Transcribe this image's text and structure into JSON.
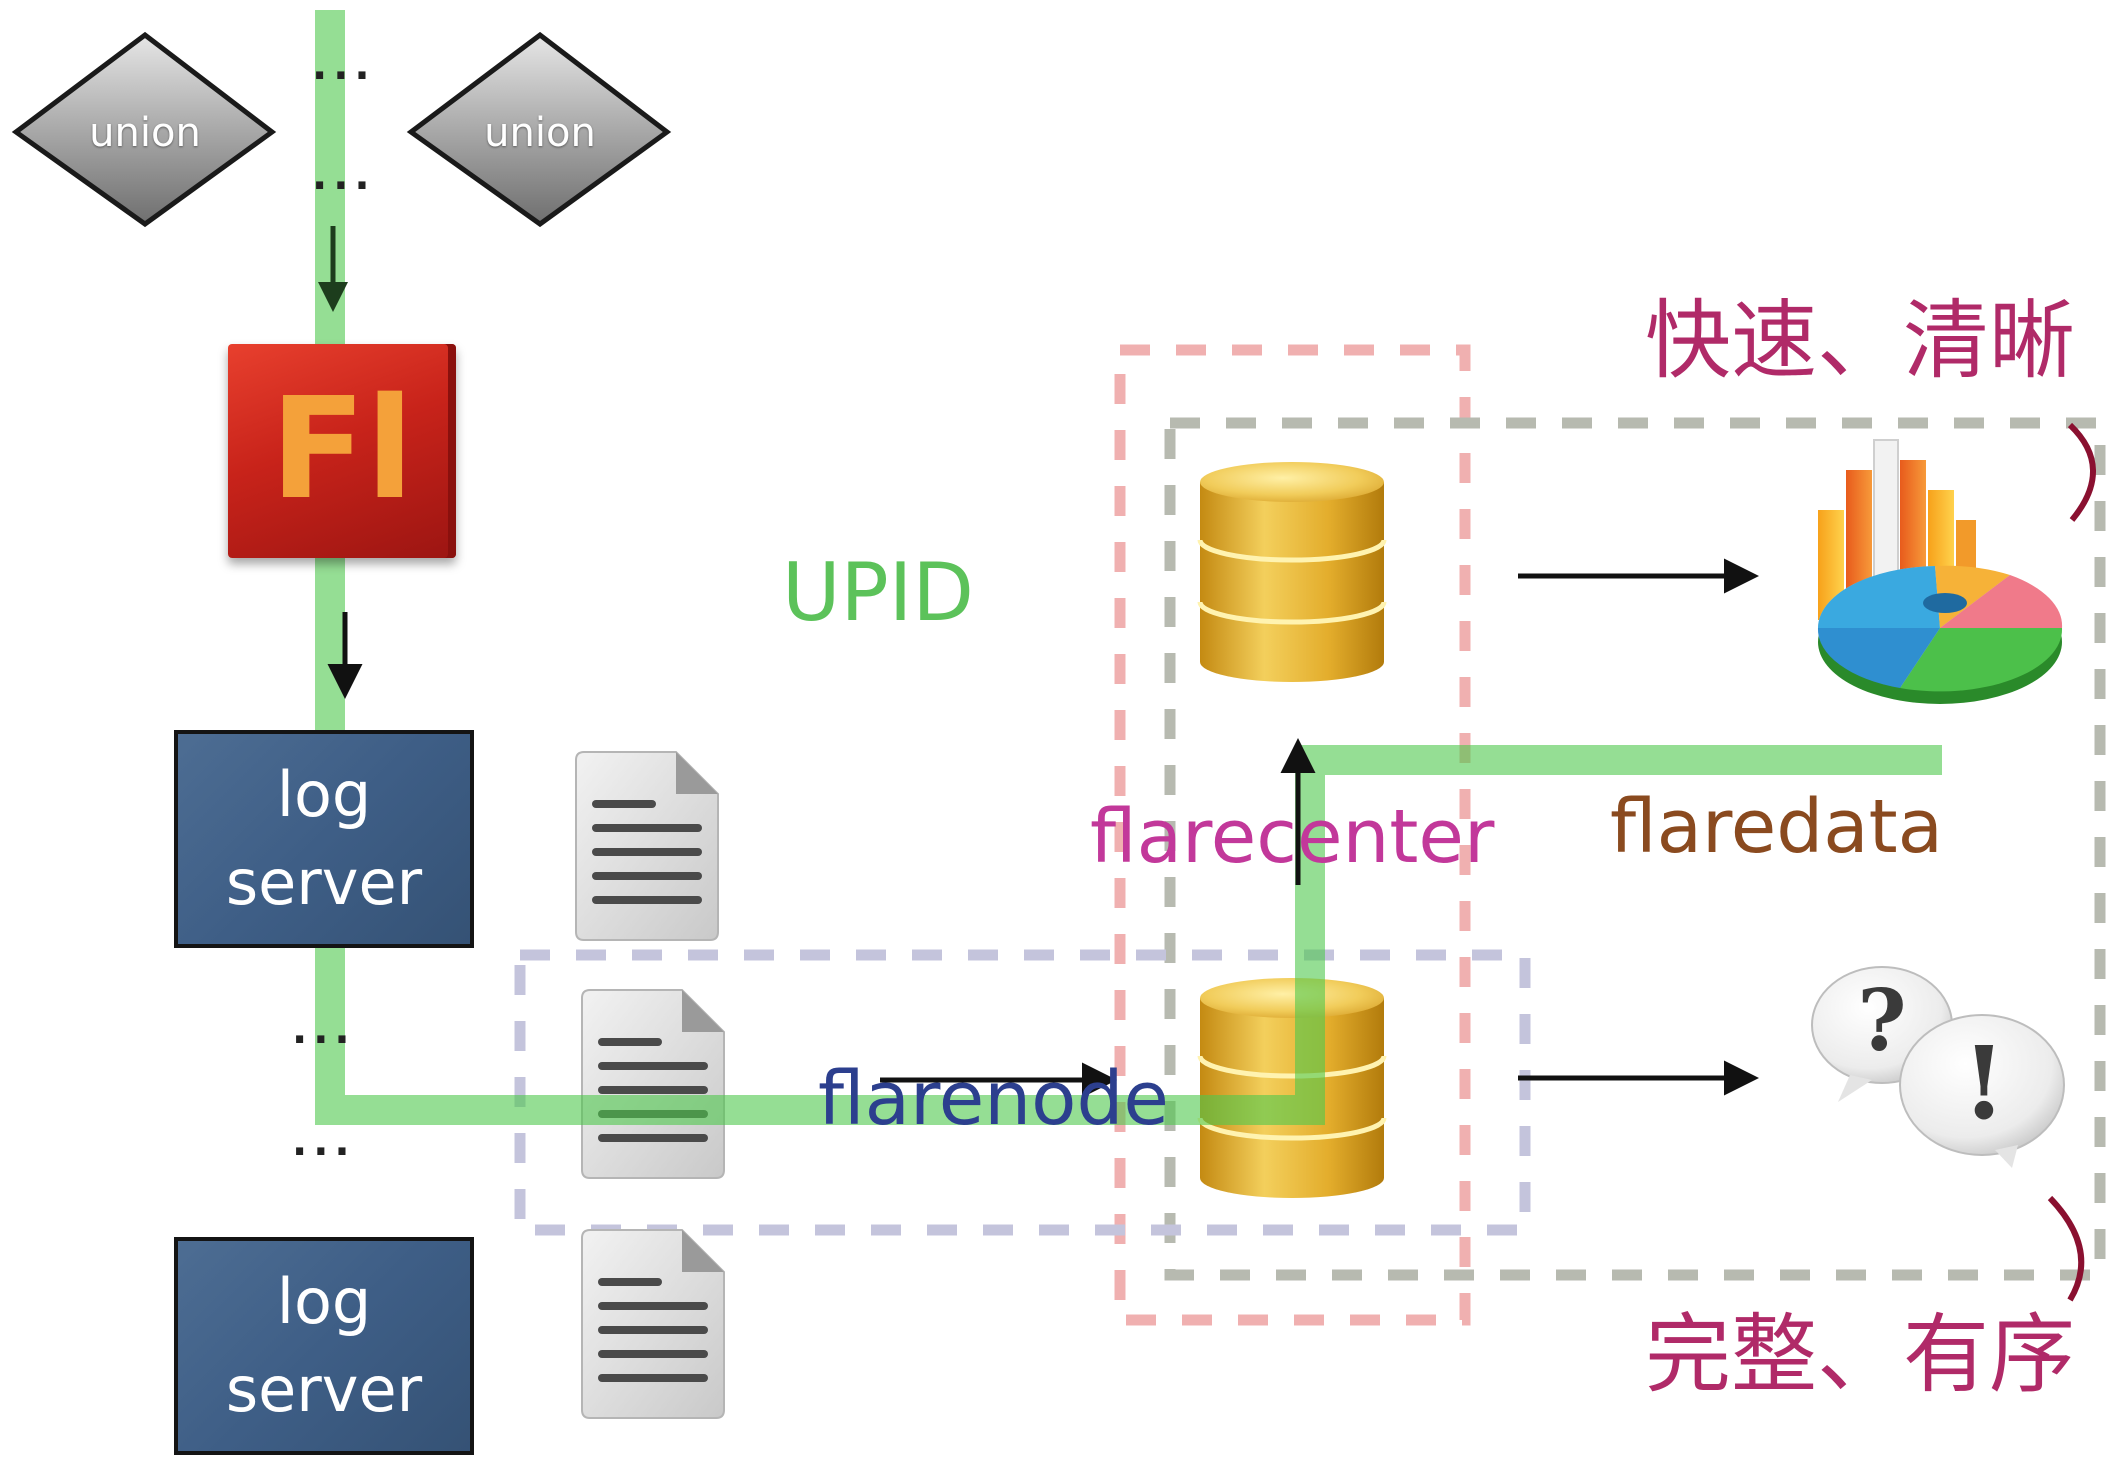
{
  "union_nodes": [
    {
      "label": "union"
    },
    {
      "label": "union"
    }
  ],
  "flash_icon": {
    "label": "Fl"
  },
  "log_servers": [
    {
      "line1": "log",
      "line2": "server"
    },
    {
      "line1": "log",
      "line2": "server"
    }
  ],
  "ellipses": [
    "...",
    "...",
    "...",
    "..."
  ],
  "labels": {
    "upid": "UPID",
    "flarecenter": "flarecenter",
    "flaredata": "flaredata",
    "flarenode": "flarenode",
    "top_right": "快速、清晰",
    "bottom_right": "完整、有序"
  },
  "colors": {
    "upid": "#5cc25a",
    "flow_path": "#8fd98d",
    "flarecenter": "#c2389a",
    "flaredata": "#8a4a1f",
    "flarenode": "#2c3f8e",
    "chinese_text": "#b02a68",
    "pink_dash": "#f0b0b0",
    "gray_dash": "#b7bab0",
    "lavender_dash": "#c4c4dc",
    "db_gold": "#e5b43a"
  },
  "icons": {
    "chart": "bar-pie-chart-icon",
    "question": "question-exclamation-bubbles-icon",
    "document": "document-icon",
    "database": "database-icon"
  }
}
